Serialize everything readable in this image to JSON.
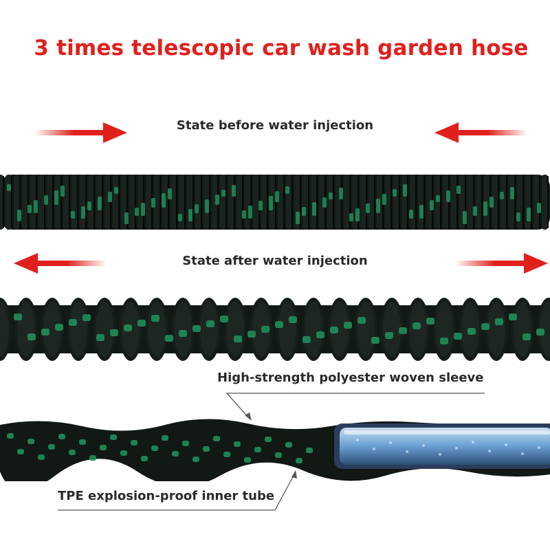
{
  "title": "3 times telescopic car wash garden hose",
  "labels": {
    "before": "State before water injection",
    "after": "State after water injection",
    "sleeve": "High-strength polyester woven sleeve",
    "tube": "TPE explosion-proof inner tube"
  },
  "colors": {
    "title": "#e0201c",
    "arrow": "#e0201c",
    "hose_dark": "#121814",
    "hose_green": "#1f8f5a",
    "inner_tube": "#6fa6d8"
  },
  "icons": {
    "arrow_before_left": "arrow-right-icon",
    "arrow_before_right": "arrow-left-icon",
    "arrow_after_left": "arrow-left-icon",
    "arrow_after_right": "arrow-right-icon"
  }
}
